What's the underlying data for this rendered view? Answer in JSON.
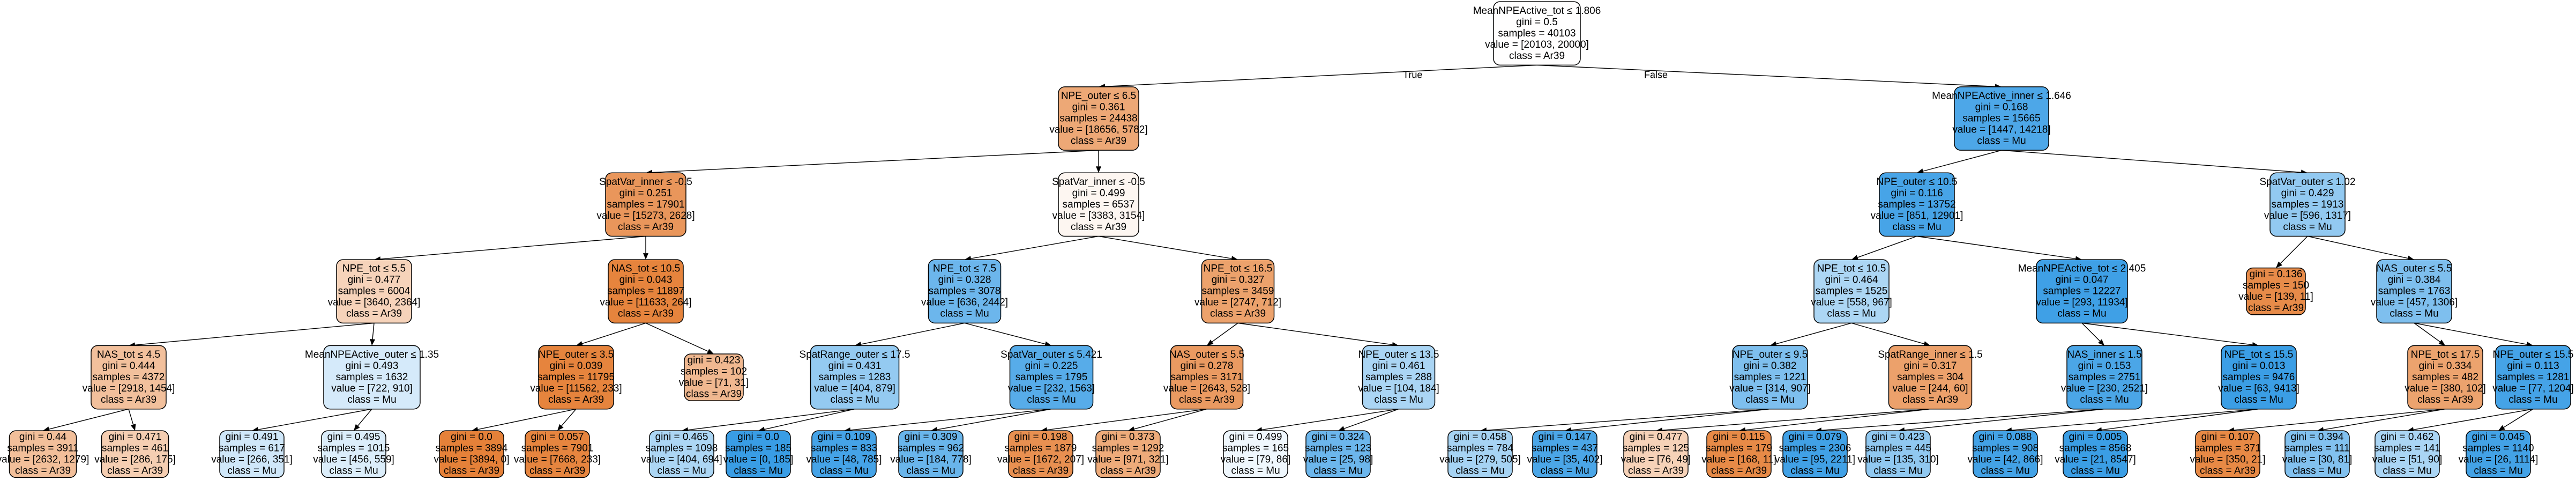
{
  "colors": {
    "Ar39": "#e58139",
    "Mu": "#399de5",
    "border": "#000000",
    "background": "#ffffff"
  },
  "edge_labels": {
    "true_label": "True",
    "false_label": "False"
  },
  "nodes": [
    {
      "id": "n0",
      "lines": [
        "MeanNPEActive_tot ≤ 1.806",
        "gini = 0.5",
        "samples = 40103",
        "value = [20103, 20000]",
        "class = Ar39"
      ],
      "class": "Ar39",
      "purity": 0.005,
      "children": [
        "n1",
        "n16"
      ]
    },
    {
      "id": "n1",
      "lines": [
        "NPE_outer ≤ 6.5",
        "gini = 0.361",
        "samples = 24438",
        "value = [18656, 5782]",
        "class = Ar39"
      ],
      "class": "Ar39",
      "purity": 0.69,
      "children": [
        "n2",
        "n9"
      ]
    },
    {
      "id": "n2",
      "lines": [
        "SpatVar_inner ≤ -0.5",
        "gini = 0.251",
        "samples = 17901",
        "value = [15273, 2628]",
        "class = Ar39"
      ],
      "class": "Ar39",
      "purity": 0.83,
      "children": [
        "n3",
        "n6"
      ]
    },
    {
      "id": "n3",
      "lines": [
        "NPE_tot ≤ 5.5",
        "gini = 0.477",
        "samples = 6004",
        "value = [3640, 2364]",
        "class = Ar39"
      ],
      "class": "Ar39",
      "purity": 0.35,
      "children": [
        "n4",
        "n5"
      ]
    },
    {
      "id": "n4",
      "lines": [
        "NAS_tot ≤ 4.5",
        "gini = 0.444",
        "samples = 4372",
        "value = [2918, 1454]",
        "class = Ar39"
      ],
      "class": "Ar39",
      "purity": 0.5,
      "children": [
        "l1",
        "l2"
      ]
    },
    {
      "id": "l1",
      "lines": [
        "gini = 0.44",
        "samples = 3911",
        "value = [2632, 1279]",
        "class = Ar39"
      ],
      "class": "Ar39",
      "purity": 0.51,
      "children": []
    },
    {
      "id": "l2",
      "lines": [
        "gini = 0.471",
        "samples = 461",
        "value = [286, 175]",
        "class = Ar39"
      ],
      "class": "Ar39",
      "purity": 0.39,
      "children": []
    },
    {
      "id": "n5",
      "lines": [
        "MeanNPEActive_outer ≤ 1.35",
        "gini = 0.493",
        "samples = 1632",
        "value = [722, 910]",
        "class = Mu"
      ],
      "class": "Mu",
      "purity": 0.21,
      "children": [
        "l3",
        "l4"
      ]
    },
    {
      "id": "l3",
      "lines": [
        "gini = 0.491",
        "samples = 617",
        "value = [266, 351]",
        "class = Mu"
      ],
      "class": "Mu",
      "purity": 0.24,
      "children": []
    },
    {
      "id": "l4",
      "lines": [
        "gini = 0.495",
        "samples = 1015",
        "value = [456, 559]",
        "class = Mu"
      ],
      "class": "Mu",
      "purity": 0.18,
      "children": []
    },
    {
      "id": "n6",
      "lines": [
        "NAS_tot ≤ 10.5",
        "gini = 0.043",
        "samples = 11897",
        "value = [11633, 264]",
        "class = Ar39"
      ],
      "class": "Ar39",
      "purity": 0.98,
      "children": [
        "n7",
        "l7"
      ]
    },
    {
      "id": "n7",
      "lines": [
        "NPE_outer ≤ 3.5",
        "gini = 0.039",
        "samples = 11795",
        "value = [11562, 233]",
        "class = Ar39"
      ],
      "class": "Ar39",
      "purity": 0.98,
      "children": [
        "l5",
        "l6"
      ]
    },
    {
      "id": "l5",
      "lines": [
        "gini = 0.0",
        "samples = 3894",
        "value = [3894, 0]",
        "class = Ar39"
      ],
      "class": "Ar39",
      "purity": 1.0,
      "children": []
    },
    {
      "id": "l6",
      "lines": [
        "gini = 0.057",
        "samples = 7901",
        "value = [7668, 233]",
        "class = Ar39"
      ],
      "class": "Ar39",
      "purity": 0.97,
      "children": []
    },
    {
      "id": "l7",
      "lines": [
        "gini = 0.423",
        "samples = 102",
        "value = [71, 31]",
        "class = Ar39"
      ],
      "class": "Ar39",
      "purity": 0.56,
      "children": []
    },
    {
      "id": "n9",
      "lines": [
        "SpatVar_inner ≤ -0.5",
        "gini = 0.499",
        "samples = 6537",
        "value = [3383, 3154]",
        "class = Ar39"
      ],
      "class": "Ar39",
      "purity": 0.07,
      "children": [
        "n10",
        "n13"
      ]
    },
    {
      "id": "n10",
      "lines": [
        "NPE_tot ≤ 7.5",
        "gini = 0.328",
        "samples = 3078",
        "value = [636, 2442]",
        "class = Mu"
      ],
      "class": "Mu",
      "purity": 0.74,
      "children": [
        "n11",
        "n12"
      ]
    },
    {
      "id": "n11",
      "lines": [
        "SpatRange_outer ≤ 17.5",
        "gini = 0.431",
        "samples = 1283",
        "value = [404, 879]",
        "class = Mu"
      ],
      "class": "Mu",
      "purity": 0.54,
      "children": [
        "l8",
        "l9"
      ]
    },
    {
      "id": "l8",
      "lines": [
        "gini = 0.465",
        "samples = 1098",
        "value = [404, 694]",
        "class = Mu"
      ],
      "class": "Mu",
      "purity": 0.42,
      "children": []
    },
    {
      "id": "l9",
      "lines": [
        "gini = 0.0",
        "samples = 185",
        "value = [0, 185]",
        "class = Mu"
      ],
      "class": "Mu",
      "purity": 1.0,
      "children": []
    },
    {
      "id": "n12",
      "lines": [
        "SpatVar_outer ≤ 5.421",
        "gini = 0.225",
        "samples = 1795",
        "value = [232, 1563]",
        "class = Mu"
      ],
      "class": "Mu",
      "purity": 0.85,
      "children": [
        "l10",
        "l11"
      ]
    },
    {
      "id": "l10",
      "lines": [
        "gini = 0.109",
        "samples = 833",
        "value = [48, 785]",
        "class = Mu"
      ],
      "class": "Mu",
      "purity": 0.94,
      "children": []
    },
    {
      "id": "l11",
      "lines": [
        "gini = 0.309",
        "samples = 962",
        "value = [184, 778]",
        "class = Mu"
      ],
      "class": "Mu",
      "purity": 0.76,
      "children": []
    },
    {
      "id": "n13",
      "lines": [
        "NPE_tot ≤ 16.5",
        "gini = 0.327",
        "samples = 3459",
        "value = [2747, 712]",
        "class = Ar39"
      ],
      "class": "Ar39",
      "purity": 0.74,
      "children": [
        "n14",
        "n15"
      ]
    },
    {
      "id": "n14",
      "lines": [
        "NAS_outer ≤ 5.5",
        "gini = 0.278",
        "samples = 3171",
        "value = [2643, 528]",
        "class = Ar39"
      ],
      "class": "Ar39",
      "purity": 0.8,
      "children": [
        "l12",
        "l13"
      ]
    },
    {
      "id": "l12",
      "lines": [
        "gini = 0.198",
        "samples = 1879",
        "value = [1672, 207]",
        "class = Ar39"
      ],
      "class": "Ar39",
      "purity": 0.88,
      "children": []
    },
    {
      "id": "l13",
      "lines": [
        "gini = 0.373",
        "samples = 1292",
        "value = [971, 321]",
        "class = Ar39"
      ],
      "class": "Ar39",
      "purity": 0.67,
      "children": []
    },
    {
      "id": "n15",
      "lines": [
        "NPE_outer ≤ 13.5",
        "gini = 0.461",
        "samples = 288",
        "value = [104, 184]",
        "class = Mu"
      ],
      "class": "Mu",
      "purity": 0.43,
      "children": [
        "l14",
        "l15"
      ]
    },
    {
      "id": "l14",
      "lines": [
        "gini = 0.499",
        "samples = 165",
        "value = [79, 86]",
        "class = Mu"
      ],
      "class": "Mu",
      "purity": 0.08,
      "children": []
    },
    {
      "id": "l15",
      "lines": [
        "gini = 0.324",
        "samples = 123",
        "value = [25, 98]",
        "class = Mu"
      ],
      "class": "Mu",
      "purity": 0.74,
      "children": []
    },
    {
      "id": "n16",
      "lines": [
        "MeanNPEActive_inner ≤ 1.646",
        "gini = 0.168",
        "samples = 15665",
        "value = [1447, 14218]",
        "class = Mu"
      ],
      "class": "Mu",
      "purity": 0.9,
      "children": [
        "n17",
        "n24"
      ]
    },
    {
      "id": "n17",
      "lines": [
        "NPE_outer ≤ 10.5",
        "gini = 0.116",
        "samples = 13752",
        "value = [851, 12901]",
        "class = Mu"
      ],
      "class": "Mu",
      "purity": 0.93,
      "children": [
        "n18",
        "n21"
      ]
    },
    {
      "id": "n18",
      "lines": [
        "NPE_tot ≤ 10.5",
        "gini = 0.464",
        "samples = 1525",
        "value = [558, 967]",
        "class = Mu"
      ],
      "class": "Mu",
      "purity": 0.42,
      "children": [
        "n19",
        "n20"
      ]
    },
    {
      "id": "n19",
      "lines": [
        "NPE_outer ≤ 9.5",
        "gini = 0.382",
        "samples = 1221",
        "value = [314, 907]",
        "class = Mu"
      ],
      "class": "Mu",
      "purity": 0.65,
      "children": [
        "l16",
        "l17"
      ]
    },
    {
      "id": "l16",
      "lines": [
        "gini = 0.458",
        "samples = 784",
        "value = [279, 505]",
        "class = Mu"
      ],
      "class": "Mu",
      "purity": 0.45,
      "children": []
    },
    {
      "id": "l17",
      "lines": [
        "gini = 0.147",
        "samples = 437",
        "value = [35, 402]",
        "class = Mu"
      ],
      "class": "Mu",
      "purity": 0.91,
      "children": []
    },
    {
      "id": "n20",
      "lines": [
        "SpatRange_inner ≤ 1.5",
        "gini = 0.317",
        "samples = 304",
        "value = [244, 60]",
        "class = Ar39"
      ],
      "class": "Ar39",
      "purity": 0.75,
      "children": [
        "l18",
        "l19"
      ]
    },
    {
      "id": "l18",
      "lines": [
        "gini = 0.477",
        "samples = 125",
        "value = [76, 49]",
        "class = Ar39"
      ],
      "class": "Ar39",
      "purity": 0.36,
      "children": []
    },
    {
      "id": "l19",
      "lines": [
        "gini = 0.115",
        "samples = 179",
        "value = [168, 11]",
        "class = Ar39"
      ],
      "class": "Ar39",
      "purity": 0.93,
      "children": []
    },
    {
      "id": "n21",
      "lines": [
        "MeanNPEActive_tot ≤ 2.405",
        "gini = 0.047",
        "samples = 12227",
        "value = [293, 11934]",
        "class = Mu"
      ],
      "class": "Mu",
      "purity": 0.97,
      "children": [
        "n22",
        "n23"
      ]
    },
    {
      "id": "n22",
      "lines": [
        "NAS_inner ≤ 1.5",
        "gini = 0.153",
        "samples = 2751",
        "value = [230, 2521]",
        "class = Mu"
      ],
      "class": "Mu",
      "purity": 0.91,
      "children": [
        "l20",
        "l21"
      ]
    },
    {
      "id": "l20",
      "lines": [
        "gini = 0.079",
        "samples = 2306",
        "value = [95, 2211]",
        "class = Mu"
      ],
      "class": "Mu",
      "purity": 0.96,
      "children": []
    },
    {
      "id": "l21",
      "lines": [
        "gini = 0.423",
        "samples = 445",
        "value = [135, 310]",
        "class = Mu"
      ],
      "class": "Mu",
      "purity": 0.56,
      "children": []
    },
    {
      "id": "n23",
      "lines": [
        "NPE_tot ≤ 15.5",
        "gini = 0.013",
        "samples = 9476",
        "value = [63, 9413]",
        "class = Mu"
      ],
      "class": "Mu",
      "purity": 0.99,
      "children": [
        "l22",
        "l23"
      ]
    },
    {
      "id": "l22",
      "lines": [
        "gini = 0.088",
        "samples = 908",
        "value = [42, 866]",
        "class = Mu"
      ],
      "class": "Mu",
      "purity": 0.95,
      "children": []
    },
    {
      "id": "l23",
      "lines": [
        "gini = 0.005",
        "samples = 8568",
        "value = [21, 8547]",
        "class = Mu"
      ],
      "class": "Mu",
      "purity": 0.99,
      "children": []
    },
    {
      "id": "n24",
      "lines": [
        "SpatVar_outer ≤ 1.02",
        "gini = 0.429",
        "samples = 1913",
        "value = [596, 1317]",
        "class = Mu"
      ],
      "class": "Mu",
      "purity": 0.55,
      "children": [
        "l24",
        "n25"
      ]
    },
    {
      "id": "l24",
      "lines": [
        "gini = 0.136",
        "samples = 150",
        "value = [139, 11]",
        "class = Ar39"
      ],
      "class": "Ar39",
      "purity": 0.92,
      "children": []
    },
    {
      "id": "n25",
      "lines": [
        "NAS_outer ≤ 5.5",
        "gini = 0.384",
        "samples = 1763",
        "value = [457, 1306]",
        "class = Mu"
      ],
      "class": "Mu",
      "purity": 0.65,
      "children": [
        "n26",
        "n27"
      ]
    },
    {
      "id": "n26",
      "lines": [
        "NPE_tot ≤ 17.5",
        "gini = 0.334",
        "samples = 482",
        "value = [380, 102]",
        "class = Ar39"
      ],
      "class": "Ar39",
      "purity": 0.73,
      "children": [
        "l25",
        "l26"
      ]
    },
    {
      "id": "l25",
      "lines": [
        "gini = 0.107",
        "samples = 371",
        "value = [350, 21]",
        "class = Ar39"
      ],
      "class": "Ar39",
      "purity": 0.94,
      "children": []
    },
    {
      "id": "l26",
      "lines": [
        "gini = 0.394",
        "samples = 111",
        "value = [30, 81]",
        "class = Mu"
      ],
      "class": "Mu",
      "purity": 0.63,
      "children": []
    },
    {
      "id": "n27",
      "lines": [
        "NPE_outer ≤ 15.5",
        "gini = 0.113",
        "samples = 1281",
        "value = [77, 1204]",
        "class = Mu"
      ],
      "class": "Mu",
      "purity": 0.94,
      "children": [
        "l27",
        "l28"
      ]
    },
    {
      "id": "l27",
      "lines": [
        "gini = 0.462",
        "samples = 141",
        "value = [51, 90]",
        "class = Mu"
      ],
      "class": "Mu",
      "purity": 0.43,
      "children": []
    },
    {
      "id": "l28",
      "lines": [
        "gini = 0.045",
        "samples = 1140",
        "value = [26, 1114]",
        "class = Mu"
      ],
      "class": "Mu",
      "purity": 0.95,
      "children": []
    }
  ]
}
